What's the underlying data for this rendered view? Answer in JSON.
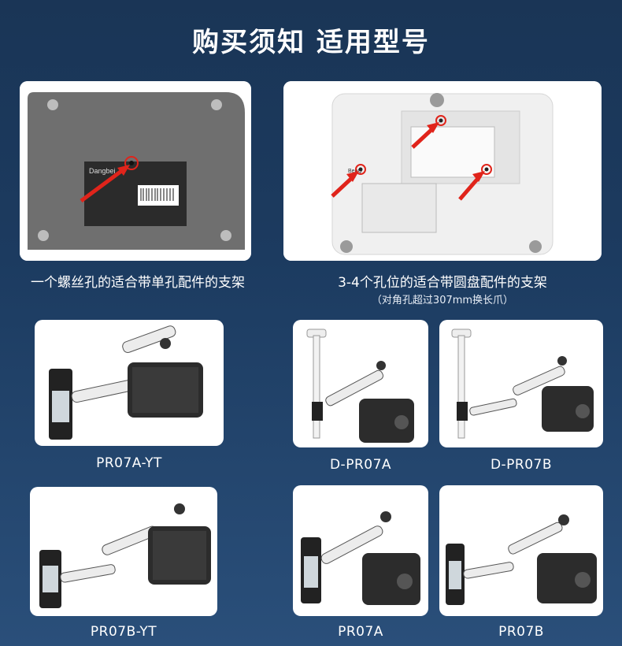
{
  "header": {
    "title": "购买须知  适用型号"
  },
  "holes": {
    "single": {
      "caption": "一个螺丝孔的适合带单孔配件的支架",
      "device_brand": "Dangbei"
    },
    "multi": {
      "caption": "3-4个孔位的适合带圆盘配件的支架",
      "note": "（对角孔超过307mm换长爪）",
      "device_brand": "BenQ"
    }
  },
  "models": [
    {
      "label": "PR07A-YT"
    },
    {
      "label": "D-PR07A"
    },
    {
      "label": "D-PR07B"
    },
    {
      "label": "PR07B-YT"
    },
    {
      "label": "PR07A"
    },
    {
      "label": "PR07B"
    }
  ],
  "colors": {
    "accent_red": "#e0241b",
    "bg_top": "#1a3556",
    "bg_bottom": "#2a4f7a"
  }
}
